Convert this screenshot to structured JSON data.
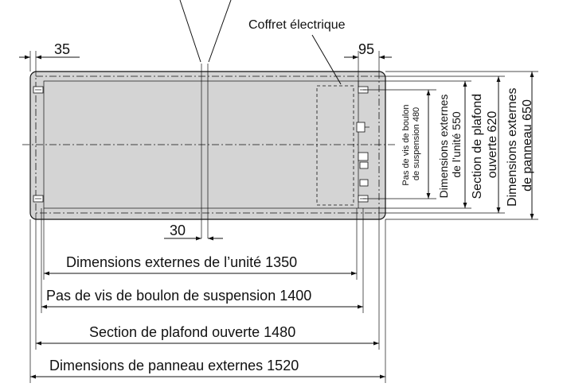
{
  "labels": {
    "coffret": "Coffret électrique",
    "d35": "35",
    "d95": "95",
    "d30": "30",
    "unit_w": "Dimensions externes de l’unité 1350",
    "susp_w": "Pas de vis de boulon de suspension 1400",
    "ceil_w": "Section de plafond ouverte 1480",
    "panel_w": "Dimensions de panneau externes 1520",
    "susp_h_1": "Pas de vis de boulon",
    "susp_h_2": "de suspension 480",
    "unit_h_1": "Dimensions externes",
    "unit_h_2": "de l’unité 550",
    "ceil_h_1": "Section de plafond",
    "ceil_h_2": "ouverte 620",
    "panel_h_1": "Dimensions externes",
    "panel_h_2": "de panneau 650"
  },
  "colors": {
    "panel_fill": "#d4d4d4",
    "line": "#111111"
  }
}
